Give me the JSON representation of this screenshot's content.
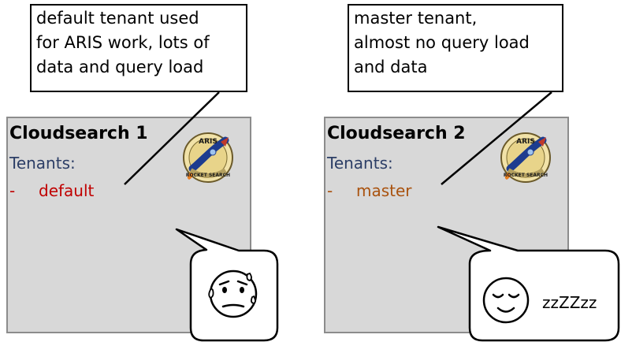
{
  "notes": [
    {
      "lines": [
        "default tenant used",
        "for ARIS work, lots of",
        "data and query load"
      ]
    },
    {
      "lines": [
        "master tenant,",
        "almost no query load",
        "and data"
      ]
    }
  ],
  "servers": [
    {
      "title": "Cloudsearch 1",
      "tenants_label": "Tenants:",
      "tenant_dash": "-",
      "tenant_name": "default",
      "tenant_color": "#c00000",
      "mood": "stressed-face-icon"
    },
    {
      "title": "Cloudsearch 2",
      "tenants_label": "Tenants:",
      "tenant_dash": "-",
      "tenant_name": "master",
      "tenant_color": "#a9520e",
      "mood": "sleeping-face-icon",
      "mood_text": "zzZZzz"
    }
  ],
  "badge": {
    "line1": "ARIS",
    "line2": "ROCKET SEARCH",
    "icon": "aris-rocket-search-logo-icon"
  }
}
